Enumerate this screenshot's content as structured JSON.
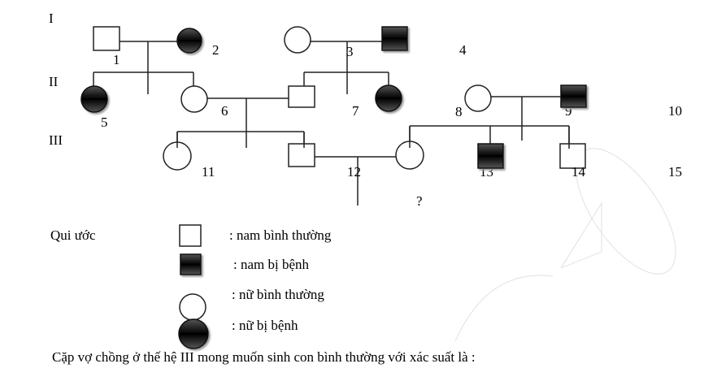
{
  "generations": [
    "I",
    "II",
    "III"
  ],
  "individual_numbers": [
    "1",
    "2",
    "3",
    "4",
    "5",
    "6",
    "7",
    "8",
    "9",
    "10",
    "11",
    "12",
    "13",
    "14",
    "15"
  ],
  "unknown_child": "?",
  "legend": {
    "title": "Qui ước",
    "items": [
      {
        "symbol": "square-open",
        "label": ": nam bình thường"
      },
      {
        "symbol": "square-filled",
        "label": ": nam bị bệnh"
      },
      {
        "symbol": "circle-open",
        "label": ": nữ bình thường"
      },
      {
        "symbol": "circle-filled",
        "label": ": nữ bị bệnh"
      }
    ]
  },
  "question": "Cặp vợ chồng ở thế hệ III mong muốn sinh con bình thường với xác suất là :",
  "colors": {
    "affected": "#1a1a1a",
    "line": "#222222"
  }
}
